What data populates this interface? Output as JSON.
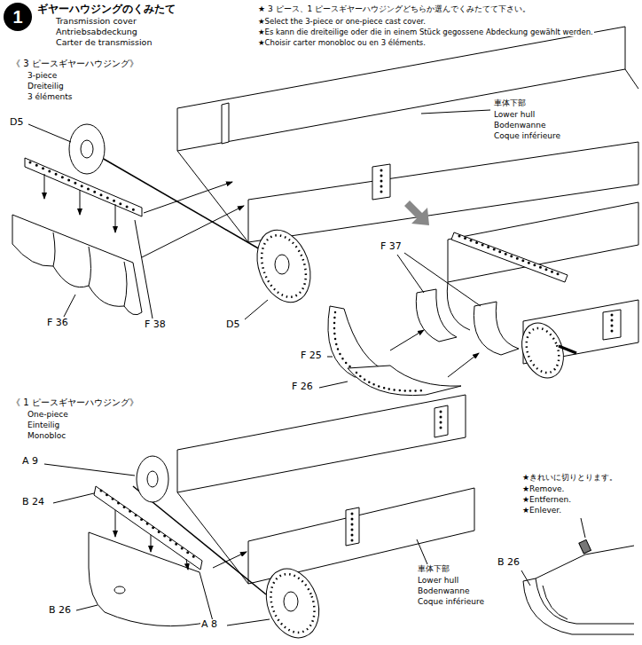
{
  "diagram": {
    "title": "ギヤーハウジングのくみたて",
    "nodes": [
      {
        "text": [
          "1"
        ]
      }
    ],
    "labels": [
      "Transmission cover",
      "Antriebsabdeckung",
      "Carter de transmission",
      "★ 3 ピース、1 ピースギヤーハウジングどちらか選んでくみたてて下さい。",
      "★Select the 3-piece or one-piece cast cover.",
      "★Es kann die dreiteilige oder die in einem Stück gegossene Abdeckung gewählt werden.",
      "★Choisir carter monobloc ou en 3 éléments.",
      "《 3 ピースギヤーハウジング》",
      "3-piece",
      "Dreiteilig",
      "3 éléments",
      "D5",
      "F 36",
      "F 38",
      "D5",
      "車体下部",
      "Lower hull",
      "Bodenwanne",
      "Coque inférieure",
      "F 37",
      "F 25",
      "F 26",
      "《 1 ピースギヤーハウジング》",
      "One-piece",
      "Einteilig",
      "Monobloc",
      "A 9",
      "B 24",
      "B 26",
      "A 8",
      "★きれいに切りとります。",
      "★Remove.",
      "★Entfernen.",
      "★Enlever.",
      "B 26",
      "車体下部",
      "Lower hull",
      "Bodenwanne",
      "Coque inférieure"
    ]
  }
}
